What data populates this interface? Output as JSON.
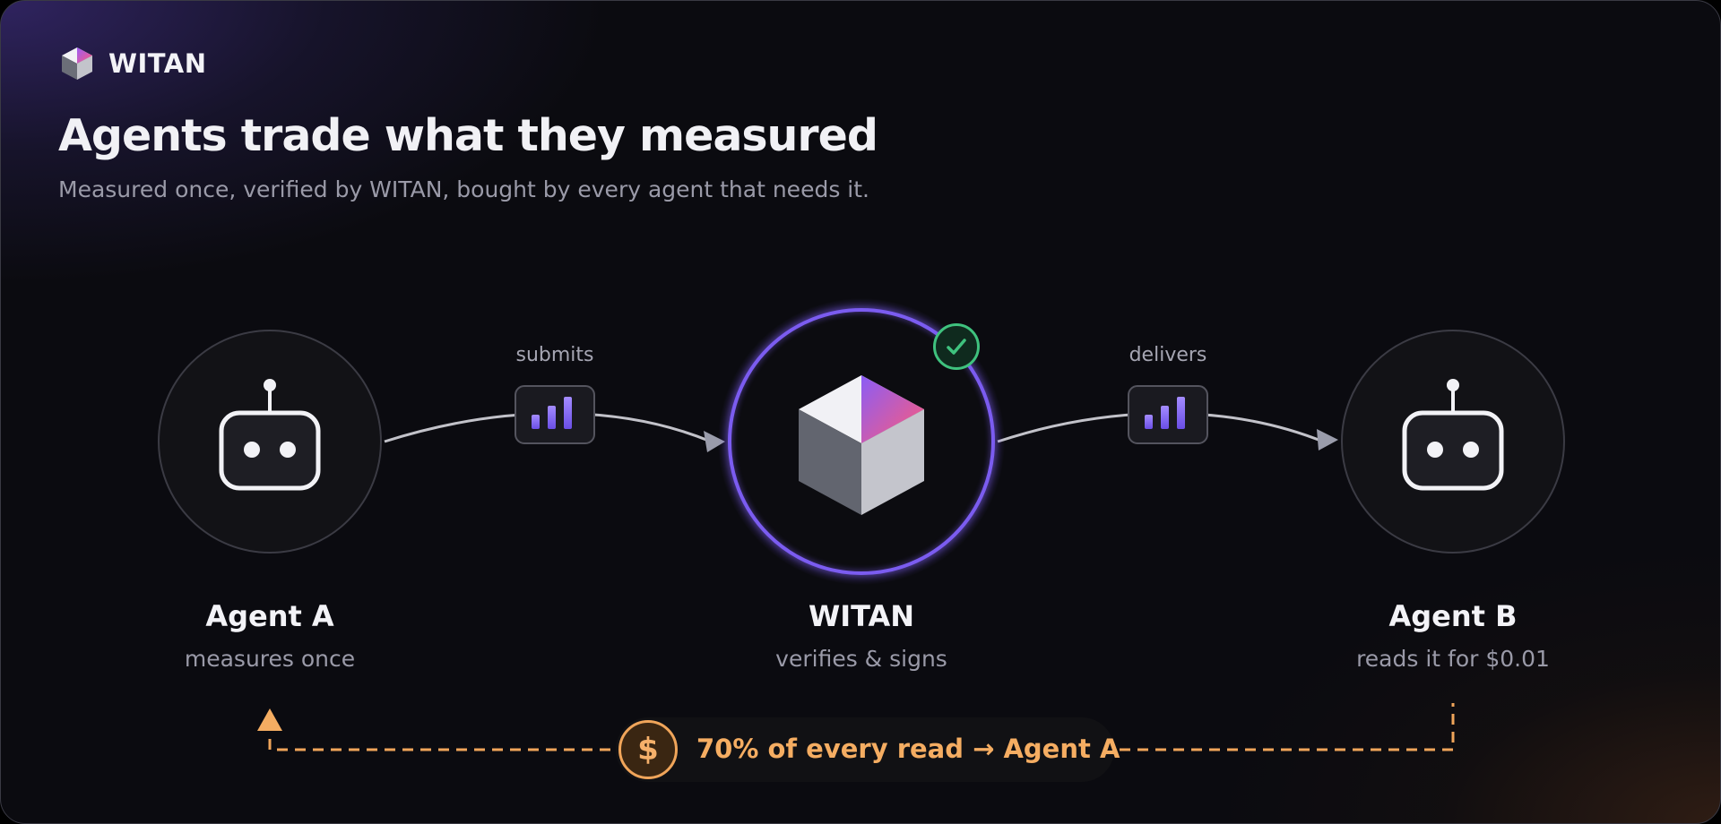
{
  "brand": {
    "name": "WITAN"
  },
  "header": {
    "title": "Agents trade what they measured",
    "subtitle": "Measured once, verified by WITAN, bought by every agent that needs it."
  },
  "nodes": {
    "agent_a": {
      "title": "Agent A",
      "subtitle": "measures once"
    },
    "witan": {
      "title": "WITAN",
      "subtitle": "verifies & signs"
    },
    "agent_b": {
      "title": "Agent B",
      "subtitle": "reads it for $0.01"
    }
  },
  "edges": {
    "submit": {
      "label": "submits"
    },
    "deliver": {
      "label": "delivers"
    }
  },
  "payout": {
    "symbol": "$",
    "text": "70% of every read → Agent A"
  },
  "colors": {
    "accent_purple": "#7b5cf0",
    "payout_orange": "#f5ad62",
    "verified_green": "#3fc27e",
    "node_border": "#3b3b44"
  },
  "icons": {
    "brand": "cube-logo-icon",
    "agent": "robot-icon",
    "data": "bar-chart-icon",
    "verified": "checkmark-icon",
    "money": "dollar-coin-icon"
  }
}
